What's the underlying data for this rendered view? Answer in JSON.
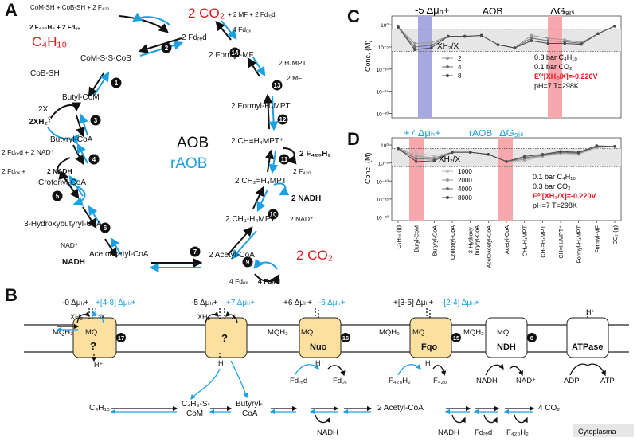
{
  "panels": {
    "a": "A",
    "b": "B",
    "c": "C",
    "d": "D"
  },
  "colors": {
    "blue": "#1ba1e2",
    "red": "#e8141c",
    "black": "#111111",
    "membrane_box": "#fbe0a0",
    "grey_band": "#e6e6e6",
    "pink": "#f7a8ad",
    "purple": "#a8a8e0"
  },
  "panel_a": {
    "center_top": "AOB",
    "center_bottom": "rAOB",
    "butane": "C₄H₁₀",
    "co2_top": "2 CO₂",
    "co2_top_suffix": " + 2 MF + 2 Fdᵣₑd",
    "co2_bottom": "2 CO₂",
    "com_sh": "CoM-SH + CoB-SH + 2 F₄₂₀",
    "f420h2_fdox": "2 F₄₂₀H₂ + 2 Fdₒₓ",
    "com_s_s_cob": "CoM-S-S-CoB",
    "cob_sh": "CoB-SH",
    "butyl_com": "Butyl-CoM",
    "two_x": "2X",
    "qmark": "?",
    "two_xh2": "2XH₂",
    "butyryl_coa": "Butyryl-CoA",
    "fdred_nad": "2 Fdᵣₑd + 2 NAD⁺",
    "fdox_nadh_pre": "2 Fdₒₓ + ",
    "fdox_nadh_bold": "2 NADH",
    "crotonyl_coa": "Crotonyl-CoA",
    "hydroxybutyryl": "3-Hydroxybutyryl-CoA",
    "nad_plus": "NAD⁺",
    "nadh": "NADH",
    "acetoacetyl": "Acetoacetyl-CoA",
    "acetyl_coa": "2 Acetyl-CoA",
    "fdox4": "4 Fdₒₓ",
    "fdred4": "4 Fdᵣₑd",
    "ch3_h4mpt": "2 CH₃-H₄MPT",
    "nad_plus2": "2 NAD⁺",
    "nadh2": "2 NADH",
    "ch2_h4mpt": "2 CH₂=H₄MPT",
    "f420": "2 F₄₂₀",
    "f420h2": "2 F₄₂₀H₂",
    "ch_h4mpt": "2 CH≡H₄MPT⁺",
    "formyl_h4mpt": "2 Formyl-H₄MPT",
    "two_mf": "2 MF",
    "two_h4mpt": "2 H₄MPT",
    "formyl_mf": "2 Formyl-MF",
    "fdox4_top": "4 Fdₒₓ",
    "fdred2": "2 Fdᵣₑd",
    "steps": [
      "1",
      "2",
      "3",
      "4",
      "5",
      "6",
      "7",
      "8",
      "9",
      "10",
      "11",
      "12",
      "13",
      "14"
    ]
  },
  "panel_b": {
    "dmu_1_black": "-0 Δμₕ+",
    "dmu_1_blue": "+[4-8] Δμₕ+",
    "dmu_2_black": "-5 Δμₕ+",
    "dmu_2_blue": "+7 Δμₕ+",
    "dmu_3_black": "+6 Δμₕ+",
    "dmu_3_blue": "-6 Δμₕ+",
    "dmu_4_black": "+[3-5] Δμₕ+",
    "dmu_4_blue": "-[2-4] Δμₕ+",
    "xh2": "XH₂",
    "x": "X",
    "mqh2": "MQH₂",
    "mq": "MQ",
    "qmark": "?",
    "hplus": "H⁺",
    "nuo": "Nuo",
    "fqo": "Fqo",
    "ndh": "NDH",
    "atpase": "ATPase",
    "fdred": "Fdᵣₑd",
    "fdox": "Fdₒₓ",
    "f420h2": "F₄₂₀H₂",
    "f420": "F₄₂₀",
    "nadh": "NADH",
    "nadp": "NAD⁺",
    "adp": "ADP",
    "atp": "ATP",
    "step17": "17",
    "step16": "16",
    "step15": "15",
    "step8": "8",
    "c4h10": "C₄H₁₀",
    "c4h9_line1": "C₄H₉-S-",
    "c4h9_line2": "CoM",
    "butyryl_line1": "Butyryl-",
    "butyryl_line2": "CoA",
    "acetyl": "2 Acetyl-CoA",
    "co2": "4 CO₂",
    "b_nadh": "NADH",
    "b_nadh2": "NADH",
    "b_fdred": "Fdᵣₑd",
    "b_f420h2": "F₄₂₀H₂",
    "cytoplasma": "Cytoplasma"
  },
  "chart_data": [
    {
      "type": "line",
      "title": "AOB",
      "ylabel": "Conc. (M)",
      "ytick_labels": [
        "10⁰",
        "10⁻⁵",
        "10⁻¹⁰",
        "10⁻¹⁵",
        "10⁻²⁰"
      ],
      "yticks": [
        0,
        -5,
        -10,
        -15,
        -20
      ],
      "ylim": [
        -21,
        2
      ],
      "yscale": "log10",
      "band_label": "-5 Δμₕ+",
      "dg_label": "ΔG₉ᵢₛ",
      "legend_title": "XH₂/X",
      "legend": [
        "2",
        "4",
        "8"
      ],
      "conditions": [
        "0.3 bar C₄H₁₀",
        "0.1 bar CO₂"
      ],
      "e_label": "E⁰'[XH₂/X]=-0.220V",
      "ph_label": "pH=7 T=298K",
      "series": [
        {
          "name": "2",
          "values": [
            -0.5,
            -4.2,
            -4.0,
            -2.6,
            -2.6,
            -2.4,
            -4.5,
            -5.2,
            -2.4,
            -3.0,
            -3.4,
            -4.0,
            -2.0,
            -0.3
          ]
        },
        {
          "name": "4",
          "values": [
            -0.5,
            -5.0,
            -4.6,
            -2.6,
            -2.6,
            -2.4,
            -4.5,
            -5.2,
            -3.0,
            -3.6,
            -3.8,
            -4.2,
            -2.0,
            -0.3
          ]
        },
        {
          "name": "8",
          "values": [
            -0.5,
            -5.6,
            -5.2,
            -2.6,
            -2.6,
            -2.4,
            -4.5,
            -5.2,
            -3.6,
            -4.2,
            -4.2,
            -4.4,
            -2.0,
            -0.3
          ]
        }
      ]
    },
    {
      "type": "line",
      "title": "rAOB",
      "ylabel": "Conc. (M)",
      "ytick_labels": [
        "10⁰",
        "10⁻⁵",
        "10⁻¹⁰",
        "10⁻¹⁵",
        "10⁻²⁰"
      ],
      "yticks": [
        0,
        -5,
        -10,
        -15,
        -20
      ],
      "ylim": [
        -21,
        2
      ],
      "yscale": "log10",
      "band_label": "+7 Δμₕ+",
      "dg_label": "ΔG₉ᵢₛ",
      "legend_title": "XH₂/X",
      "legend": [
        "1000",
        "2000",
        "4000",
        "8000"
      ],
      "conditions": [
        "0.1 bar C₄H₁₀",
        "0.3 bar CO₂"
      ],
      "e_label": "E⁰'[XH₂/X]=-0.220V",
      "ph_label": "pH=7 T=298K",
      "categories": [
        "C₄H₁₀ (g)",
        "Butyl-CoM",
        "Butyryl-CoA",
        "Crotonyl-CoA",
        "3-Hydroxy-\nbutyryl-CoA",
        "Acetoacetyl-CoA",
        "Acetyl-CoA",
        "CH₃-H₄MPT",
        "CH₂=H₄MPT",
        "CH≡H₄MPT⁺",
        "Formyl-H₄MPT",
        "Formyl-MF",
        "CO₂ (g)"
      ],
      "series": [
        {
          "name": "1000",
          "values": [
            -1.0,
            -2.2,
            -3.0,
            -2.0,
            -2.0,
            -2.6,
            -4.6,
            -4.4,
            -3.2,
            -2.4,
            -2.6,
            -0.8,
            -0.4
          ]
        },
        {
          "name": "2000",
          "values": [
            -1.0,
            -3.0,
            -3.6,
            -2.0,
            -2.0,
            -2.6,
            -4.6,
            -4.0,
            -3.0,
            -2.2,
            -2.4,
            -0.6,
            -0.4
          ]
        },
        {
          "name": "4000",
          "values": [
            -1.0,
            -3.8,
            -4.0,
            -2.0,
            -2.0,
            -2.6,
            -4.6,
            -3.6,
            -2.8,
            -2.0,
            -2.2,
            -0.4,
            -0.4
          ]
        },
        {
          "name": "8000",
          "values": [
            -1.0,
            -4.6,
            -4.4,
            -2.0,
            -2.0,
            -2.6,
            -4.6,
            -3.2,
            -2.6,
            -1.8,
            -2.0,
            -0.2,
            -0.4
          ]
        }
      ]
    }
  ]
}
